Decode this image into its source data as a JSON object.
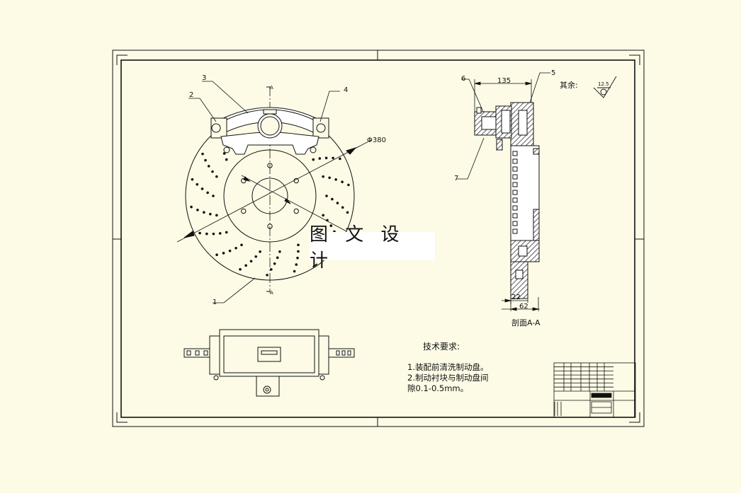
{
  "watermark": "图 文 设 计",
  "roughness": {
    "label": "其余:",
    "value": "12.5"
  },
  "dimensions": {
    "disc_diameter": "Φ380",
    "top_width": "135",
    "bottom_small": "22",
    "bottom_total": "62"
  },
  "section_label": "剖面A-A",
  "section_marks": [
    "A",
    "A"
  ],
  "part_numbers": {
    "p1": "1",
    "p2": "2",
    "p3": "3",
    "p4": "4",
    "p5": "5",
    "p6": "6",
    "p7": "7"
  },
  "notes": {
    "title": "技术要求:",
    "lines": [
      "1.装配前清洗制动盘。",
      "2.制动衬块与制动盘间",
      "隙0.1-0.5mm。"
    ]
  },
  "colors": {
    "background": "#fdfbe6",
    "line": "#111111",
    "hatch": "#333333"
  }
}
